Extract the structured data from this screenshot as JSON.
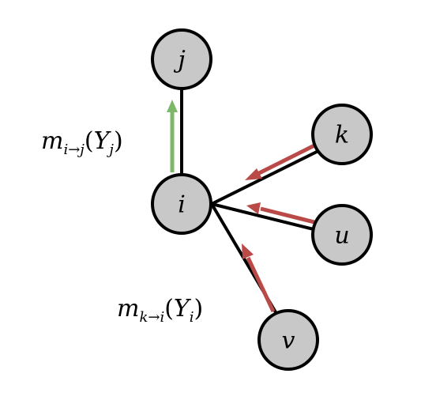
{
  "diagram": {
    "nodes": {
      "j": "j",
      "i": "i",
      "k": "k",
      "u": "u",
      "v": "v"
    },
    "labels": {
      "msg_out": {
        "m": "m",
        "sub": "i→j",
        "open": "(",
        "Y": "Y",
        "arg_sub": "j",
        "close": ")"
      },
      "msg_in": {
        "m": "m",
        "sub": "k→i",
        "open": "(",
        "Y": "Y",
        "arg_sub": "i",
        "close": ")"
      }
    },
    "colors": {
      "node_fill": "#c8c8c8",
      "outgoing_arrow": "#7db86a",
      "incoming_arrow": "#b94a48",
      "edge": "#000000"
    }
  }
}
